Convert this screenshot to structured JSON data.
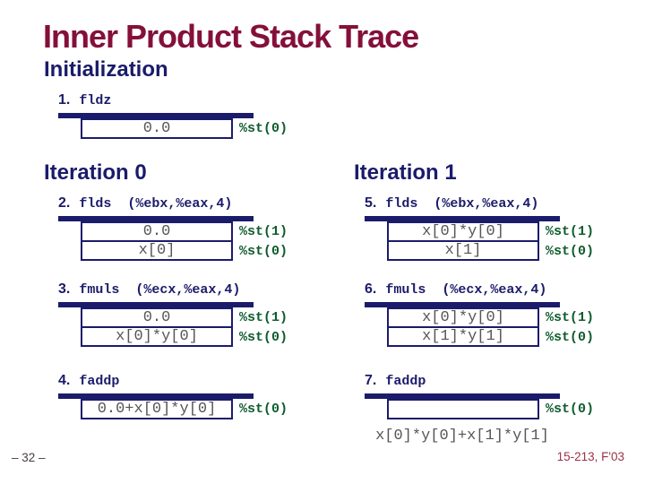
{
  "slide": {
    "title": "Inner Product Stack Trace",
    "footer_left": "– 32 –",
    "footer_right": "15-213, F'03"
  },
  "headings": {
    "init": "Initialization",
    "iter0": "Iteration 0",
    "iter1": "Iteration 1"
  },
  "final_result": "x[0]*y[0]+x[1]*y[1]",
  "steps": [
    {
      "num": "1.",
      "instr": "fldz",
      "rows": [
        {
          "value": "0.0",
          "reg": "%st(0)"
        }
      ]
    },
    {
      "num": "2.",
      "instr": "flds  (%ebx,%eax,4)",
      "rows": [
        {
          "value": "0.0",
          "reg": "%st(1)"
        },
        {
          "value": "x[0]",
          "reg": "%st(0)"
        }
      ]
    },
    {
      "num": "3.",
      "instr": "fmuls  (%ecx,%eax,4)",
      "rows": [
        {
          "value": "0.0",
          "reg": "%st(1)"
        },
        {
          "value": "x[0]*y[0]",
          "reg": "%st(0)"
        }
      ]
    },
    {
      "num": "4.",
      "instr": "faddp",
      "rows": [
        {
          "value": "0.0+x[0]*y[0]",
          "reg": "%st(0)"
        }
      ]
    },
    {
      "num": "5.",
      "instr": "flds  (%ebx,%eax,4)",
      "rows": [
        {
          "value": "x[0]*y[0]",
          "reg": "%st(1)"
        },
        {
          "value": "x[1]",
          "reg": "%st(0)"
        }
      ]
    },
    {
      "num": "6.",
      "instr": "fmuls  (%ecx,%eax,4)",
      "rows": [
        {
          "value": "x[0]*y[0]",
          "reg": "%st(1)"
        },
        {
          "value": "x[1]*y[1]",
          "reg": "%st(0)"
        }
      ]
    },
    {
      "num": "7.",
      "instr": "faddp",
      "rows": [
        {
          "value": "",
          "reg": "%st(0)"
        }
      ]
    }
  ],
  "colors": {
    "title_maroon": "#84103a",
    "navy": "#1b1b6b",
    "register_green": "#0f5c2e",
    "value_gray": "#565656",
    "footer_red": "#9b3246"
  }
}
